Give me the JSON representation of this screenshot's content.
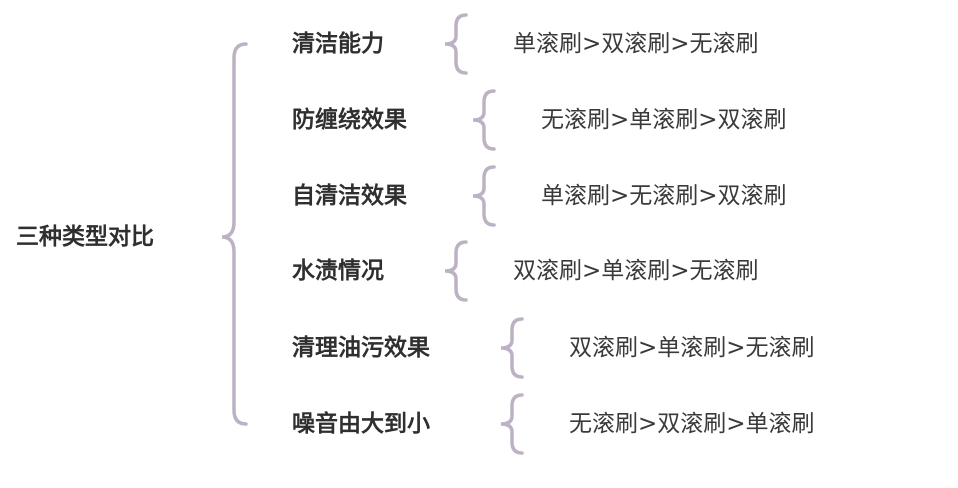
{
  "root": "三种类型对比",
  "branches": [
    {
      "label": "清洁能力",
      "value": "单滚刷>双滚刷>无滚刷"
    },
    {
      "label": "防缠绕效果",
      "value": "无滚刷>单滚刷>双滚刷"
    },
    {
      "label": "自清洁效果",
      "value": "单滚刷>无滚刷>双滚刷"
    },
    {
      "label": "水渍情况",
      "value": "双滚刷>单滚刷>无滚刷"
    },
    {
      "label": "清理油污效果",
      "value": "双滚刷>单滚刷>无滚刷"
    },
    {
      "label": "噪音由大到小",
      "value": "无滚刷>双滚刷>单滚刷"
    }
  ],
  "colors": {
    "brace": "#bdb2c4",
    "text": "#2f2f2f"
  }
}
